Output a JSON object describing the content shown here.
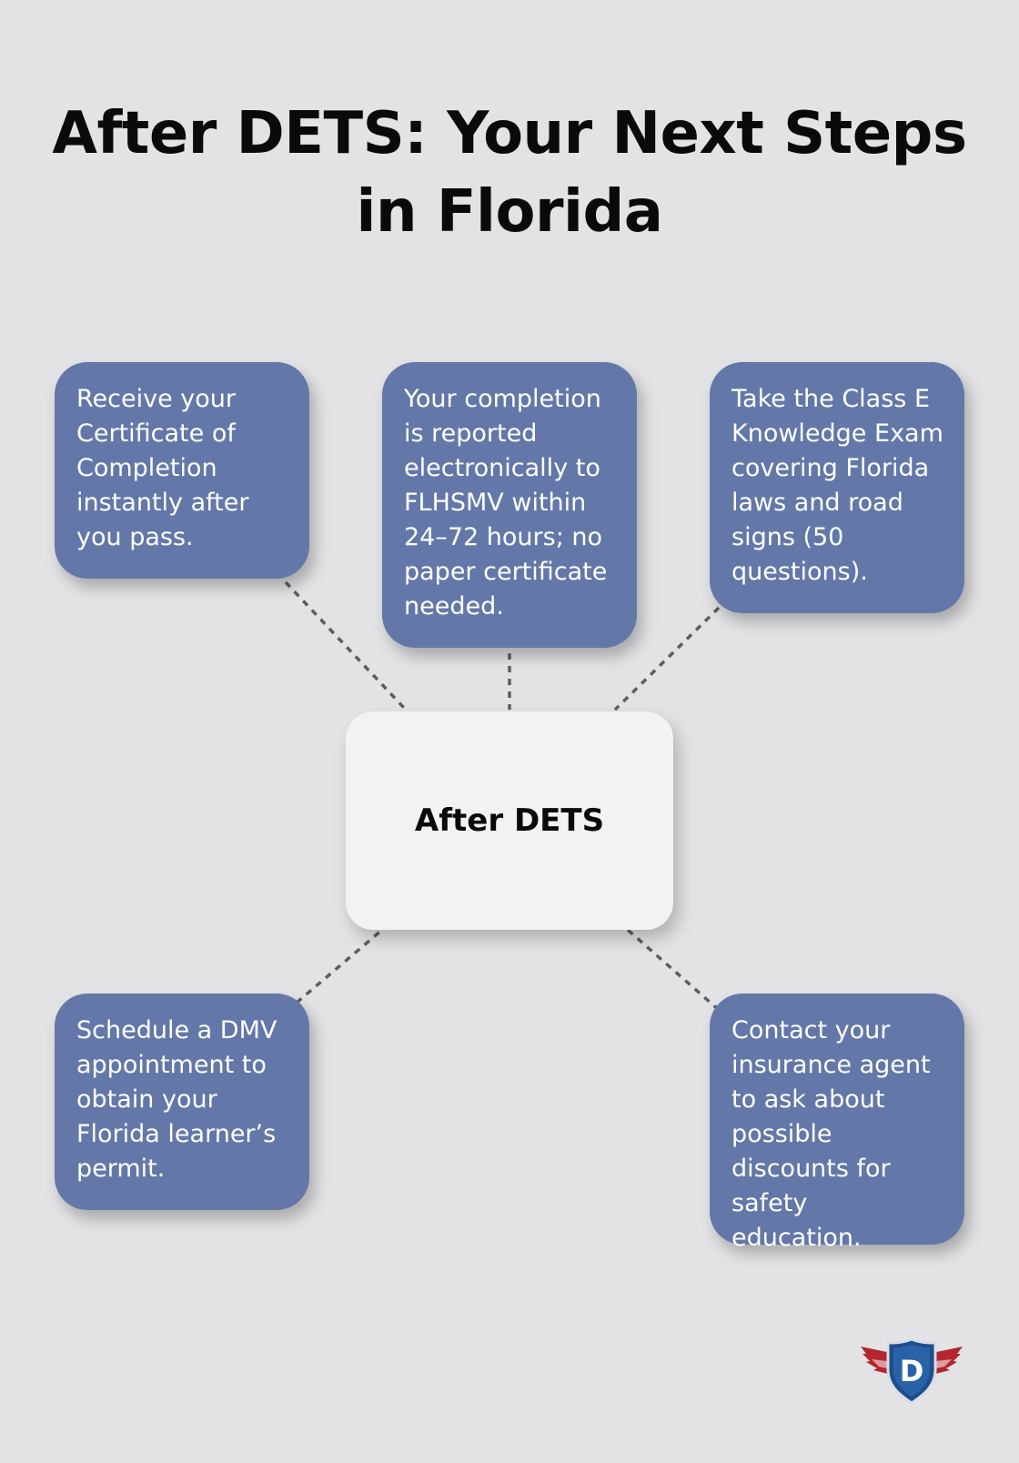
{
  "title": "After DETS: Your Next Steps in Florida",
  "center_label": "After DETS",
  "steps": [
    {
      "text": "Receive your Certificate of Completion instantly after you pass."
    },
    {
      "text": "Your completion is reported electronically to FLHSMV within 24–72 hours; no paper certificate needed."
    },
    {
      "text": "Take the Class E Knowledge Exam covering Florida laws and road signs (50 questions)."
    },
    {
      "text": "Schedule a DMV appointment to obtain your Florida learner’s permit."
    },
    {
      "text": "Contact your insurance agent to ask about possible discounts for safety education."
    }
  ],
  "logo": {
    "letter": "D",
    "icon": "winged-shield-logo-icon"
  },
  "colors": {
    "background": "#e3e3e5",
    "step_box": "#6378a8",
    "center_box": "#f2f2f5",
    "connector": "#5e5e60"
  }
}
